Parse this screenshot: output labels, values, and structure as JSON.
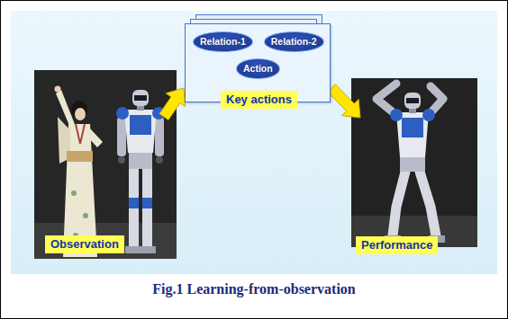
{
  "diagram": {
    "caption": "Fig.1 Learning-from-observation",
    "nodes": [
      {
        "text": [
          "Observation"
        ]
      },
      {
        "text": [
          "Key actions"
        ]
      },
      {
        "text": [
          "Relation-1"
        ],
        "in": 1
      },
      {
        "text": [
          "Relation-2"
        ],
        "in": 1
      },
      {
        "text": [
          "Action"
        ],
        "in": 1
      },
      {
        "text": [
          "Performance"
        ]
      }
    ],
    "edges": [
      {
        "from": 0,
        "to": 1,
        "arrow": "to"
      },
      {
        "from": 2,
        "to": 4,
        "arrow": "none"
      },
      {
        "from": 3,
        "to": 4,
        "arrow": "none"
      },
      {
        "from": 1,
        "to": 5,
        "arrow": "to"
      }
    ]
  }
}
